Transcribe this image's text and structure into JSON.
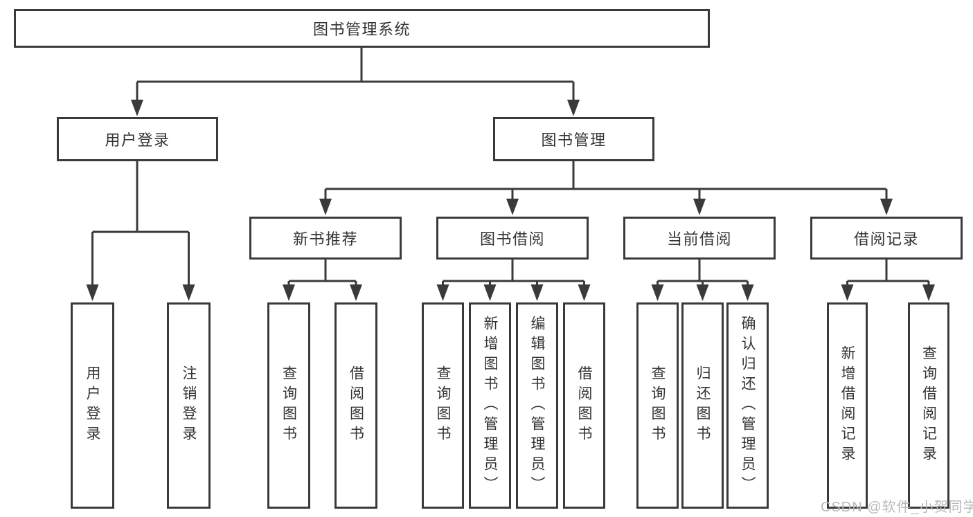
{
  "diagram_title": "图书管理系统",
  "tree": {
    "root": {
      "label": "图书管理系统",
      "children": [
        {
          "label": "用户登录",
          "children": [
            {
              "label": "用户登录"
            },
            {
              "label": "注销登录"
            }
          ]
        },
        {
          "label": "图书管理",
          "children": [
            {
              "label": "新书推荐",
              "children": [
                {
                  "label": "查询图书"
                },
                {
                  "label": "借阅图书"
                }
              ]
            },
            {
              "label": "图书借阅",
              "children": [
                {
                  "label": "查询图书"
                },
                {
                  "label": "新增图书（管理员）"
                },
                {
                  "label": "编辑图书（管理员）"
                },
                {
                  "label": "借阅图书"
                }
              ]
            },
            {
              "label": "当前借阅",
              "children": [
                {
                  "label": "查询图书"
                },
                {
                  "label": "归还图书"
                },
                {
                  "label": "确认归还（管理员）"
                }
              ]
            },
            {
              "label": "借阅记录",
              "children": [
                {
                  "label": "新增借阅记录"
                },
                {
                  "label": "查询借阅记录"
                }
              ]
            }
          ]
        }
      ]
    }
  },
  "watermark": "CSDN @软件_小贺同学",
  "colors": {
    "line": "#3a3a3a",
    "text": "#333333",
    "background": "#ffffff",
    "watermark": "#b9b9b9"
  }
}
